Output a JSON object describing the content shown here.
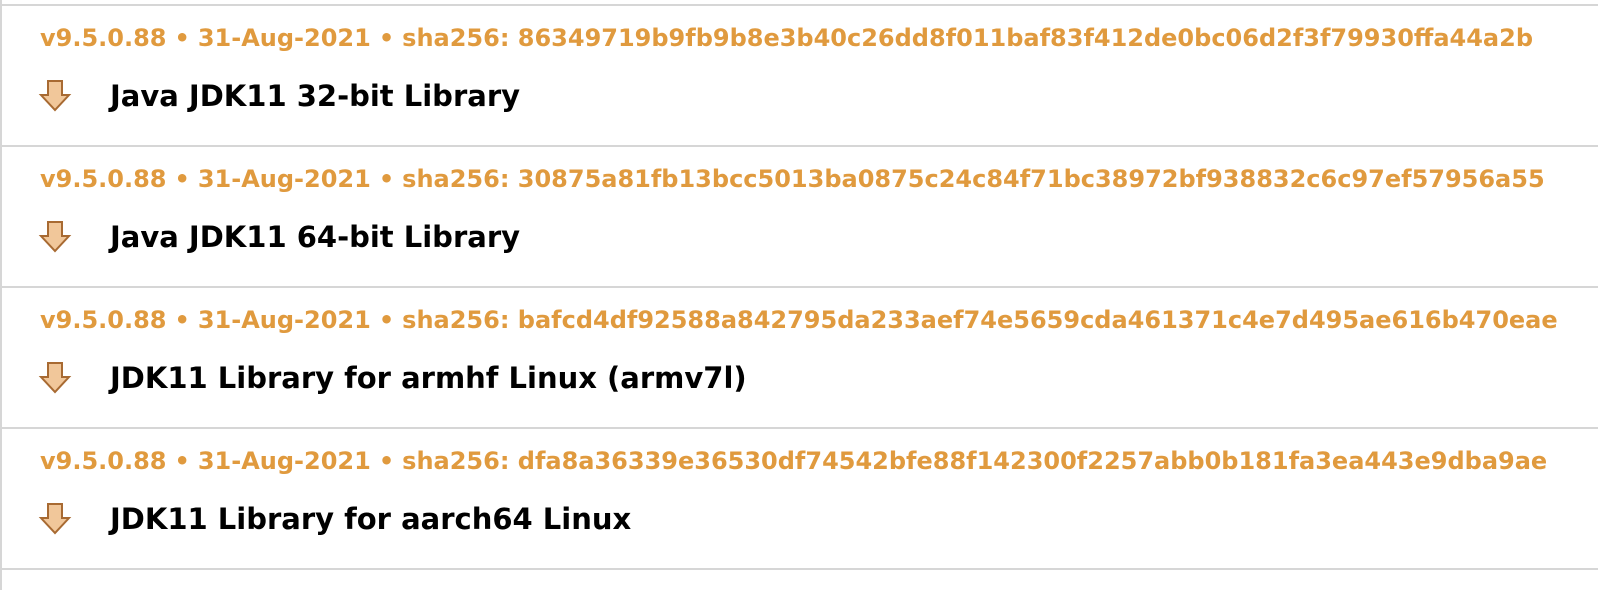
{
  "colors": {
    "meta": "#e09a3e",
    "title": "#000000",
    "divider": "#d6d6d6",
    "arrow_fill": "#f1c79a",
    "arrow_stroke": "#a86a32"
  },
  "separator": "•",
  "downloads": [
    {
      "version": "v9.5.0.88",
      "date": "31-Aug-2021",
      "sha": "sha256: 86349719b9fb9b8e3b40c26dd8f011baf83f412de0bc06d2f3f79930ffa44a2b",
      "title": "Java JDK11 32-bit Library",
      "icon": "download-arrow-icon"
    },
    {
      "version": "v9.5.0.88",
      "date": "31-Aug-2021",
      "sha": "sha256: 30875a81fb13bcc5013ba0875c24c84f71bc38972bf938832c6c97ef57956a55",
      "title": "Java JDK11 64-bit Library",
      "icon": "download-arrow-icon"
    },
    {
      "version": "v9.5.0.88",
      "date": "31-Aug-2021",
      "sha": "sha256: bafcd4df92588a842795da233aef74e5659cda461371c4e7d495ae616b470eae",
      "title": "JDK11 Library for armhf Linux (armv7l)",
      "icon": "download-arrow-icon"
    },
    {
      "version": "v9.5.0.88",
      "date": "31-Aug-2021",
      "sha": "sha256: dfa8a36339e36530df74542bfe88f142300f2257abb0b181fa3ea443e9dba9ae",
      "title": "JDK11 Library for aarch64 Linux",
      "icon": "download-arrow-icon"
    }
  ]
}
